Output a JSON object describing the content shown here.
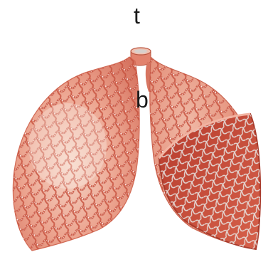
{
  "labels": {
    "top": "t",
    "bottom": "b"
  },
  "colors": {
    "tissue": "#e8907a",
    "tissue_light": "#f6d7c9",
    "tissue_dark": "#b9553f",
    "vessel": "#c7523f",
    "capillary": "#ffffff",
    "cavity": "#c64532",
    "cavity_mesh": "#eaf6f5",
    "highlight": "#fbeee6"
  },
  "icons": {
    "diagram": "lungs-anatomy-illustration"
  }
}
